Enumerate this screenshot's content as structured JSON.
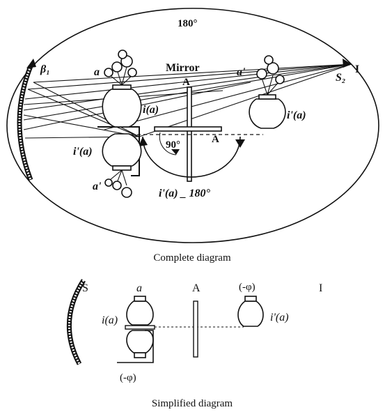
{
  "complete": {
    "caption": "Complete diagram",
    "top_label": "180°",
    "mirror_label": "Mirror",
    "mirror_a_vertical": "A",
    "mirror_a_horizontal": "A",
    "angle_label": "90°",
    "rotation_label": "i'(a) _ 180°",
    "source_label": "β₁",
    "image_label_I": "I",
    "image_label_S2": "S₂",
    "object_a": "a",
    "object_i_a": "i(a)",
    "object_a_prime_top": "a'",
    "object_i_prime_a_right": "i'(a)",
    "object_i_prime_a_left": "i'(a)",
    "object_a_prime_bottom": "a'"
  },
  "simplified": {
    "caption": "Simplified diagram",
    "label_S": "S",
    "label_a": "a",
    "label_A": "A",
    "label_phi_top": "(-φ)",
    "label_I": "I",
    "label_i_a": "i(a)",
    "label_i_prime_a": "i'(a)",
    "label_phi_bottom": "(-φ)"
  }
}
